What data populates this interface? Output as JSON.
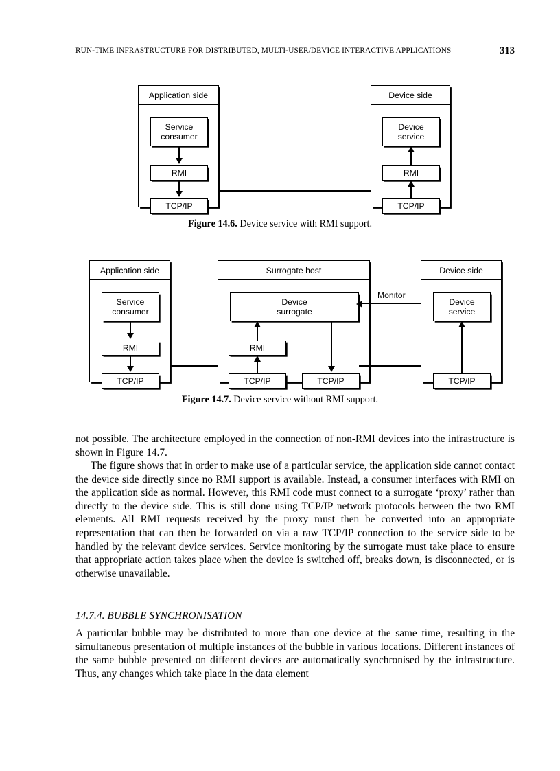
{
  "page": {
    "folio": "313",
    "running_head": "Run-time Infrastructure for Distributed, Multi-user/Device Interactive Applications"
  },
  "figures": [
    {
      "id": "figure-14-6",
      "caption_label": "Figure 14.6.",
      "caption_text": "Device service with RMI support.",
      "panels": [
        {
          "name": "application-side",
          "title": "Application side",
          "nodes": [
            {
              "name": "service-consumer",
              "label": "Service\nconsumer"
            },
            {
              "name": "rmi",
              "label": "RMI"
            },
            {
              "name": "tcp-ip",
              "label": "TCP/IP"
            }
          ]
        },
        {
          "name": "device-side",
          "title": "Device side",
          "nodes": [
            {
              "name": "device-service",
              "label": "Device\nservice"
            },
            {
              "name": "rmi",
              "label": "RMI"
            },
            {
              "name": "tcp-ip",
              "label": "TCP/IP"
            }
          ]
        }
      ],
      "edge_labels": []
    },
    {
      "id": "figure-14-7",
      "caption_label": "Figure 14.7.",
      "caption_text": "Device service without RMI support.",
      "panels": [
        {
          "name": "application-side",
          "title": "Application side",
          "nodes": [
            {
              "name": "service-consumer",
              "label": "Service\nconsumer"
            },
            {
              "name": "rmi",
              "label": "RMI"
            },
            {
              "name": "tcp-ip",
              "label": "TCP/IP"
            }
          ]
        },
        {
          "name": "surrogate-host",
          "title": "Surrogate host",
          "nodes": [
            {
              "name": "device-surrogate",
              "label": "Device\nsurrogate"
            },
            {
              "name": "rmi",
              "label": "RMI"
            },
            {
              "name": "tcp-ip-left",
              "label": "TCP/IP"
            },
            {
              "name": "tcp-ip-right",
              "label": "TCP/IP"
            }
          ]
        },
        {
          "name": "device-side",
          "title": "Device side",
          "nodes": [
            {
              "name": "device-service",
              "label": "Device\nservice"
            },
            {
              "name": "tcp-ip",
              "label": "TCP/IP"
            }
          ]
        }
      ],
      "edge_labels": [
        {
          "name": "monitor",
          "label": "Monitor"
        }
      ]
    }
  ],
  "fig6": {
    "app_title": "Application side",
    "app_consumer_l1": "Service",
    "app_consumer_l2": "consumer",
    "app_rmi": "RMI",
    "app_tcp": "TCP/IP",
    "dev_title": "Device side",
    "dev_service_l1": "Device",
    "dev_service_l2": "service",
    "dev_rmi": "RMI",
    "dev_tcp": "TCP/IP",
    "caption_label": "Figure 14.6.",
    "caption_text": "Device service with RMI support."
  },
  "fig7": {
    "app_title": "Application side",
    "app_consumer_l1": "Service",
    "app_consumer_l2": "consumer",
    "app_rmi": "RMI",
    "app_tcp": "TCP/IP",
    "sur_title": "Surrogate host",
    "sur_surrogate_l1": "Device",
    "sur_surrogate_l2": "surrogate",
    "sur_rmi": "RMI",
    "sur_tcp_left": "TCP/IP",
    "sur_tcp_right": "TCP/IP",
    "monitor_label": "Monitor",
    "dev_title": "Device side",
    "dev_service_l1": "Device",
    "dev_service_l2": "service",
    "dev_tcp": "TCP/IP",
    "caption_label": "Figure 14.7.",
    "caption_text": "Device service without RMI support."
  },
  "body": {
    "para1": "not possible. The architecture employed in the connection of non-RMI devices into the infrastructure is shown in Figure 14.7.",
    "para2": "The figure shows that in order to make use of a particular service, the application side cannot contact the device side directly since no RMI support is available. Instead, a consumer interfaces with RMI on the application side as normal. However, this RMI code must connect to a surrogate ‘proxy’ rather than directly to the device side. This is still done using TCP/IP network protocols between the two RMI elements. All RMI requests received by the proxy must then be converted into an appropriate representation that can then be forwarded on via a raw TCP/IP connection to the service side to be handled by the relevant device services. Service monitoring by the surrogate must take place to ensure that appropriate action takes place when the device is switched off, breaks down, is disconnected, or is otherwise unavailable.",
    "section_heading": "14.7.4.  BUBBLE SYNCHRONISATION",
    "para3": "A particular bubble may be distributed to more than one device at the same time, resulting in the simultaneous presentation of multiple instances of the bubble in various locations. Different instances of the same bubble presented on different devices are automatically synchronised by the infrastructure. Thus, any changes which take place in the data element"
  }
}
